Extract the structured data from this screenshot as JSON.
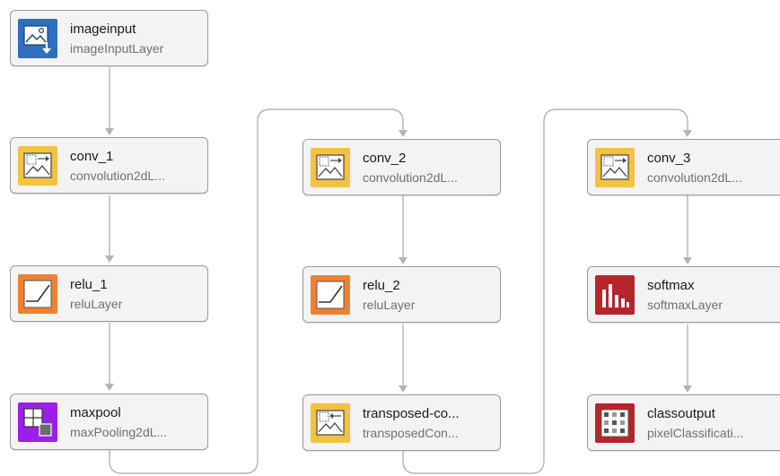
{
  "layers": [
    {
      "name": "imageinput",
      "type": "imageInputLayer",
      "icon": "image-input-icon",
      "color": "#2e6fbf"
    },
    {
      "name": "conv_1",
      "type": "convolution2dL...",
      "icon": "convolution-icon",
      "color": "#f5c143"
    },
    {
      "name": "relu_1",
      "type": "reluLayer",
      "icon": "relu-icon",
      "color": "#f08030"
    },
    {
      "name": "maxpool",
      "type": "maxPooling2dL...",
      "icon": "maxpool-icon",
      "color": "#9b1fe8"
    },
    {
      "name": "conv_2",
      "type": "convolution2dL...",
      "icon": "convolution-icon",
      "color": "#f5c143"
    },
    {
      "name": "relu_2",
      "type": "reluLayer",
      "icon": "relu-icon",
      "color": "#f08030"
    },
    {
      "name": "transposed-co...",
      "type": "transposedCon...",
      "icon": "transposed-convolution-icon",
      "color": "#f5c143"
    },
    {
      "name": "conv_3",
      "type": "convolution2dL...",
      "icon": "convolution-icon",
      "color": "#f5c143"
    },
    {
      "name": "softmax",
      "type": "softmaxLayer",
      "icon": "softmax-icon",
      "color": "#b5262b"
    },
    {
      "name": "classoutput",
      "type": "pixelClassificati...",
      "icon": "classification-output-icon",
      "color": "#b5262b"
    }
  ],
  "connections": [
    [
      "imageinput",
      "conv_1"
    ],
    [
      "conv_1",
      "relu_1"
    ],
    [
      "relu_1",
      "maxpool"
    ],
    [
      "maxpool",
      "conv_2"
    ],
    [
      "conv_2",
      "relu_2"
    ],
    [
      "relu_2",
      "transposed-co..."
    ],
    [
      "transposed-co...",
      "conv_3"
    ],
    [
      "conv_3",
      "softmax"
    ],
    [
      "softmax",
      "classoutput"
    ]
  ],
  "colors": {
    "edge": "#b3b3b3",
    "node_fill": "#f3f3f3",
    "node_border": "#9a9a9a"
  }
}
